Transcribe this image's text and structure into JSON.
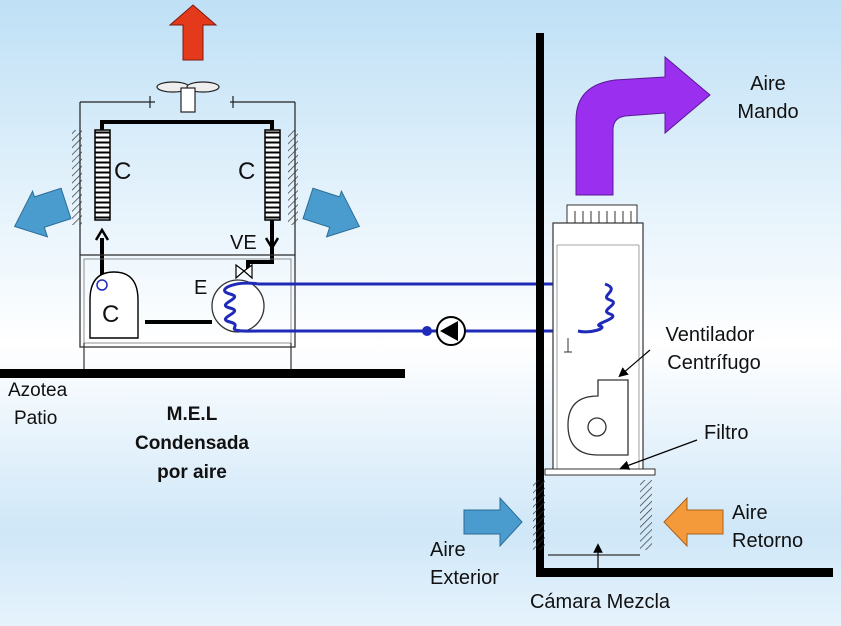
{
  "colors": {
    "background_light": "#ffffff",
    "background_blue": "#bfe0f6",
    "exhaust_arrow": "#e5391c",
    "supply_arrow": "#9a2ff0",
    "outdoor_air_arrow": "#4a9ccf",
    "return_air_arrow": "#f59a3a",
    "water_pipe": "#1f2bb8",
    "line": "#000000"
  },
  "labels": {
    "condenser_left": "C",
    "condenser_right": "C",
    "expansion_valve": "VE",
    "evaporator": "E",
    "compressor": "C",
    "location_line1": "Azotea",
    "location_line2": "Patio",
    "unit_line1": "M.E.L",
    "unit_line2": "Condensada",
    "unit_line3": "por aire",
    "supply_line1": "Aire",
    "supply_line2": "Mando",
    "fan_line1": "Ventilador",
    "fan_line2": "Centrífugo",
    "filter": "Filtro",
    "return_line1": "Aire",
    "return_line2": "Retorno",
    "outdoor_line1": "Aire",
    "outdoor_line2": "Exterior",
    "mixing_chamber": "Cámara Mezcla"
  },
  "icons": [
    "condenser-fan-icon",
    "pump-icon",
    "centrifugal-fan-icon",
    "evaporator-coil-icon",
    "expansion-valve-icon"
  ]
}
